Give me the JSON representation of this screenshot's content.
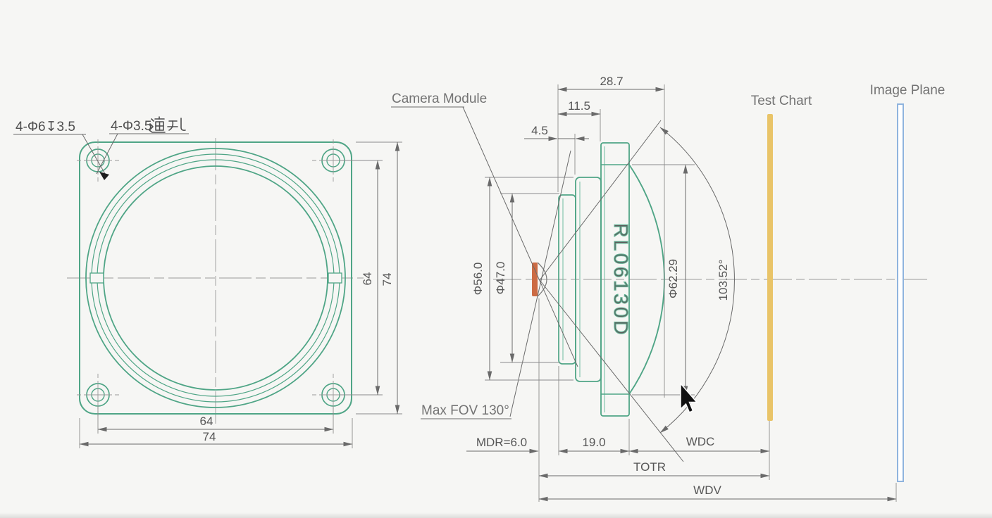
{
  "front_view": {
    "callout_counterbore": "4-Φ6↧3.5",
    "callout_through_hole": "4-Φ3.5通孔",
    "callout_through_hole_prefix": "4-Φ3.5",
    "dim_hole_pitch_horizontal": "64",
    "dim_width": "74",
    "dim_hole_pitch_vertical": "64",
    "dim_height": "74"
  },
  "side_view": {
    "label_camera_module": "Camera Module",
    "label_max_fov": "Max FOV 130°",
    "marking": "RL06130D",
    "dim_length_total": "28.7",
    "dim_length_to_flange": "11.5",
    "dim_front_step": "4.5",
    "dim_barrel_diameter": "Φ56.0",
    "dim_front_barrel_diameter": "Φ47.0",
    "dim_dome_diameter": "Φ62.29",
    "dim_fov_angle": "103.52°",
    "dim_mdr": "MDR=6.0",
    "dim_flange_length": "19.0",
    "dim_wdc": "WDC",
    "dim_totr": "TOTR",
    "dim_wdv": "WDV"
  },
  "reference_planes": {
    "test_chart": "Test Chart",
    "image_plane": "Image Plane"
  },
  "colors": {
    "drawing_green": "#4FA586",
    "dimension_gray": "#6a6a6a",
    "sensor_orange": "#CC6B44",
    "test_chart_yellow": "#E9C468",
    "image_plane_blue": "#8FB4DE"
  }
}
